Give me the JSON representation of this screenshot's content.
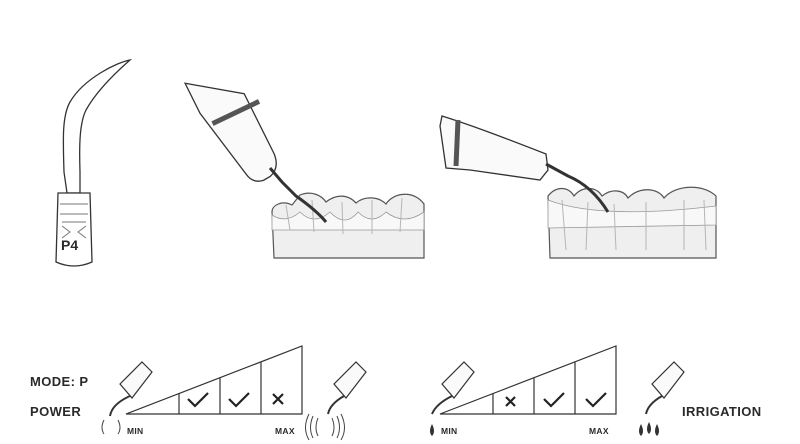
{
  "tip": {
    "code": "P4"
  },
  "legend": {
    "mode_label": "MODE: P",
    "power_label": "POWER",
    "irrigation_label": "IRRIGATION"
  },
  "power_scale": {
    "min_label": "MIN",
    "max_label": "MAX",
    "levels": [
      "check",
      "check",
      "cross"
    ]
  },
  "irrigation_scale": {
    "min_label": "MIN",
    "max_label": "MAX",
    "levels": [
      "cross",
      "check",
      "check"
    ]
  },
  "icons": [
    "scaler-tip-icon",
    "handpiece-icon",
    "lower-jaw-teeth-icon",
    "water-drop-icon",
    "vibration-waves-icon",
    "check-icon",
    "cross-icon"
  ]
}
